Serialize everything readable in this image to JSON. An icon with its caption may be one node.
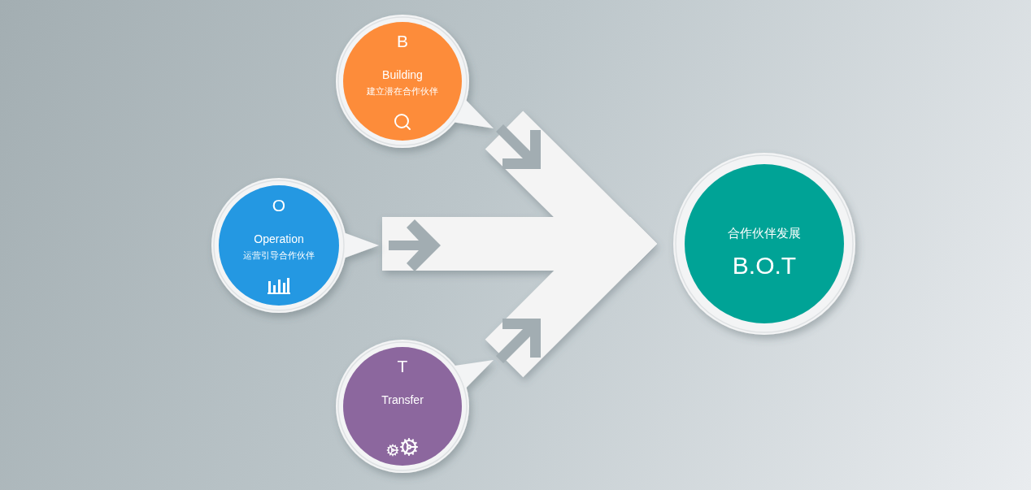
{
  "diagram": {
    "nodes": [
      {
        "text": [
          "B",
          "Building",
          "建立潜在合作伙伴"
        ]
      },
      {
        "text": [
          "O",
          "Operation",
          "运营引导合作伙伴"
        ]
      },
      {
        "text": [
          "T",
          "Transfer"
        ]
      },
      {
        "text": [
          "合作伙伴发展",
          "B.O.T"
        ]
      }
    ],
    "edges": [
      {
        "from": 0,
        "to": 3,
        "arrow": "to"
      },
      {
        "from": 1,
        "to": 3,
        "arrow": "to"
      },
      {
        "from": 2,
        "to": 3,
        "arrow": "to"
      }
    ]
  }
}
